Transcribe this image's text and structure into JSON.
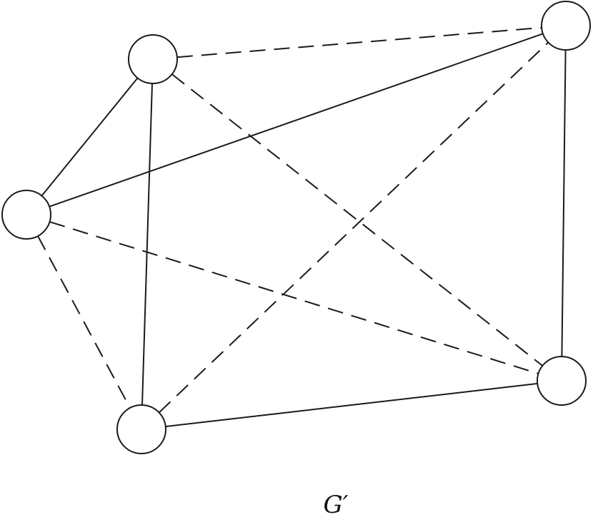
{
  "caption": "G′",
  "graph": {
    "nodes": [
      {
        "id": "n1"
      },
      {
        "id": "n2"
      },
      {
        "id": "n3"
      },
      {
        "id": "n4"
      },
      {
        "id": "n5"
      }
    ],
    "edges": [
      {
        "from": "n2",
        "to": "n1",
        "style": "solid"
      },
      {
        "from": "n1",
        "to": "n3",
        "style": "solid"
      },
      {
        "from": "n3",
        "to": "n4",
        "style": "solid"
      },
      {
        "from": "n4",
        "to": "n5",
        "style": "solid"
      },
      {
        "from": "n5",
        "to": "n2",
        "style": "solid"
      },
      {
        "from": "n1",
        "to": "n4",
        "style": "dashed"
      },
      {
        "from": "n1",
        "to": "n5",
        "style": "dashed"
      },
      {
        "from": "n2",
        "to": "n3",
        "style": "dashed"
      },
      {
        "from": "n2",
        "to": "n4",
        "style": "dashed"
      },
      {
        "from": "n3",
        "to": "n5",
        "style": "dashed"
      }
    ]
  }
}
